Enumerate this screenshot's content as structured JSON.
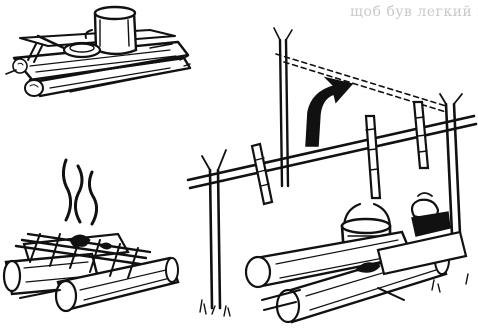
{
  "bleed_through_text": "щоб був легкий на вид",
  "colors": {
    "ink": "#111111",
    "paper": "#ffffff",
    "bleed_text": "#c9c9c9"
  },
  "panels": [
    {
      "name": "log-stove-with-pot",
      "icons": [
        "log-platform-icon",
        "pot-icon",
        "pan-icon"
      ]
    },
    {
      "name": "campfire-grill",
      "icons": [
        "firewood-icon",
        "grill-grate-icon",
        "smoke-icon"
      ]
    },
    {
      "name": "hanging-pot-rig",
      "icons": [
        "forked-stick-icon",
        "crossbar-icon",
        "guy-line-icon",
        "curved-arrow-icon",
        "hanging-pot-icon",
        "kettle-icon",
        "log-fire-icon"
      ]
    }
  ]
}
